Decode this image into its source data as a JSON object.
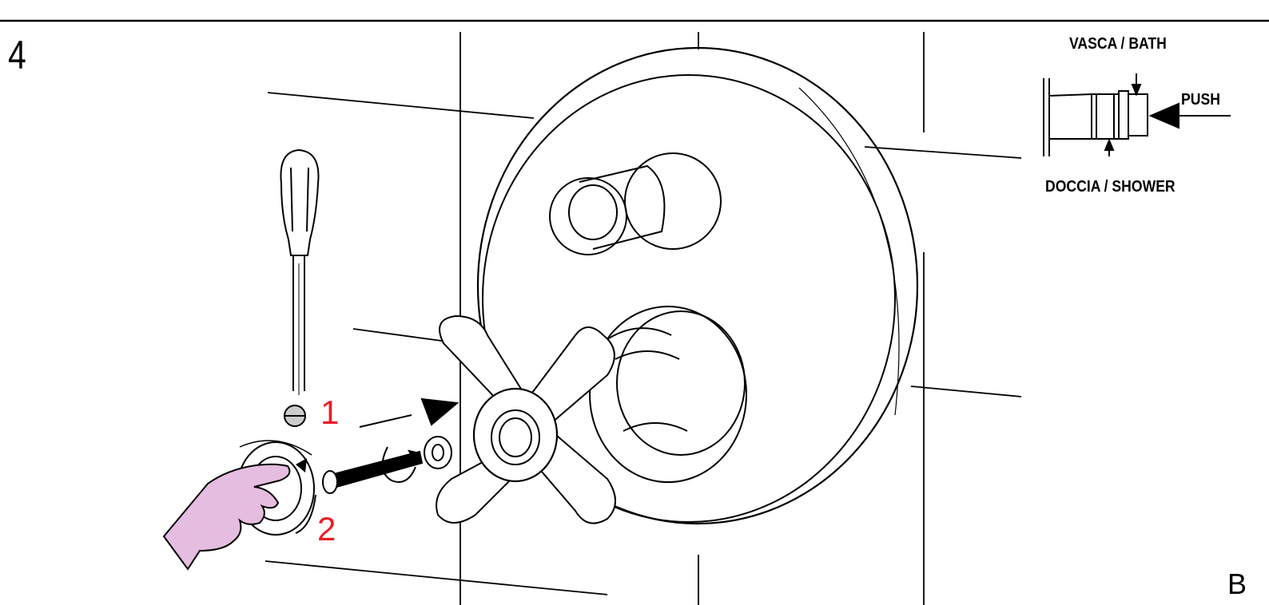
{
  "step": {
    "number": "4",
    "corner_label": "B"
  },
  "callouts": {
    "first": "1",
    "second": "2",
    "color": "#ee1c25"
  },
  "inset": {
    "bath_label": "VASCA / BATH",
    "push_label": "PUSH",
    "shower_label": "DOCCIA / SHOWER"
  },
  "colors": {
    "line": "#000000",
    "hand": "#e4bde0",
    "background": "#ffffff"
  },
  "icons": [
    "screwdriver-icon",
    "screw-icon",
    "hand-icon",
    "cross-handle-icon",
    "escutcheon-plate-icon",
    "diverter-knob-icon",
    "rotate-arrow-icon"
  ]
}
